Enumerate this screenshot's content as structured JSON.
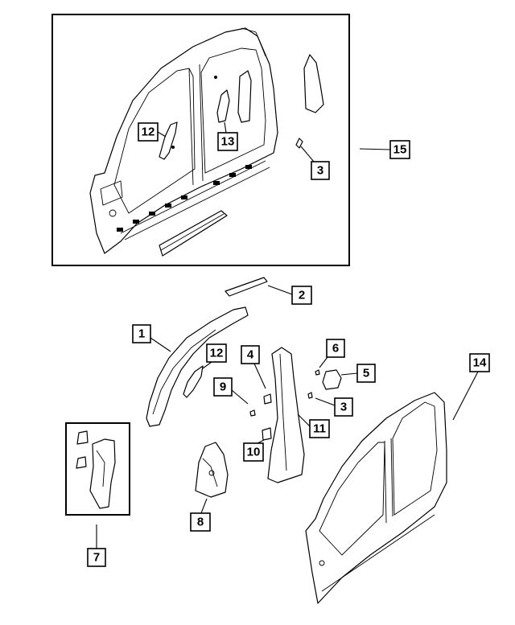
{
  "callouts": {
    "c15": "15",
    "c12_assembly": "12",
    "c13": "13",
    "c3_assembly": "3",
    "c2": "2",
    "c1": "1",
    "c12": "12",
    "c4": "4",
    "c6": "6",
    "c5": "5",
    "c9": "9",
    "c3": "3",
    "c11": "11",
    "c10": "10",
    "c14": "14",
    "c8": "8",
    "c7": "7"
  }
}
